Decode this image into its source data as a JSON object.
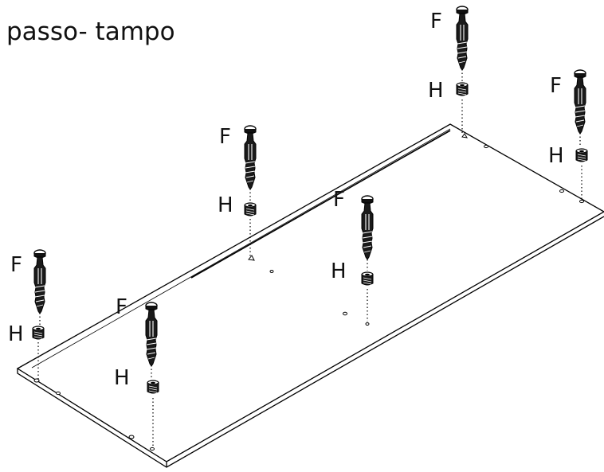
{
  "title": "passo- tampo",
  "labels": {
    "fastener": "F",
    "insert": "H"
  }
}
